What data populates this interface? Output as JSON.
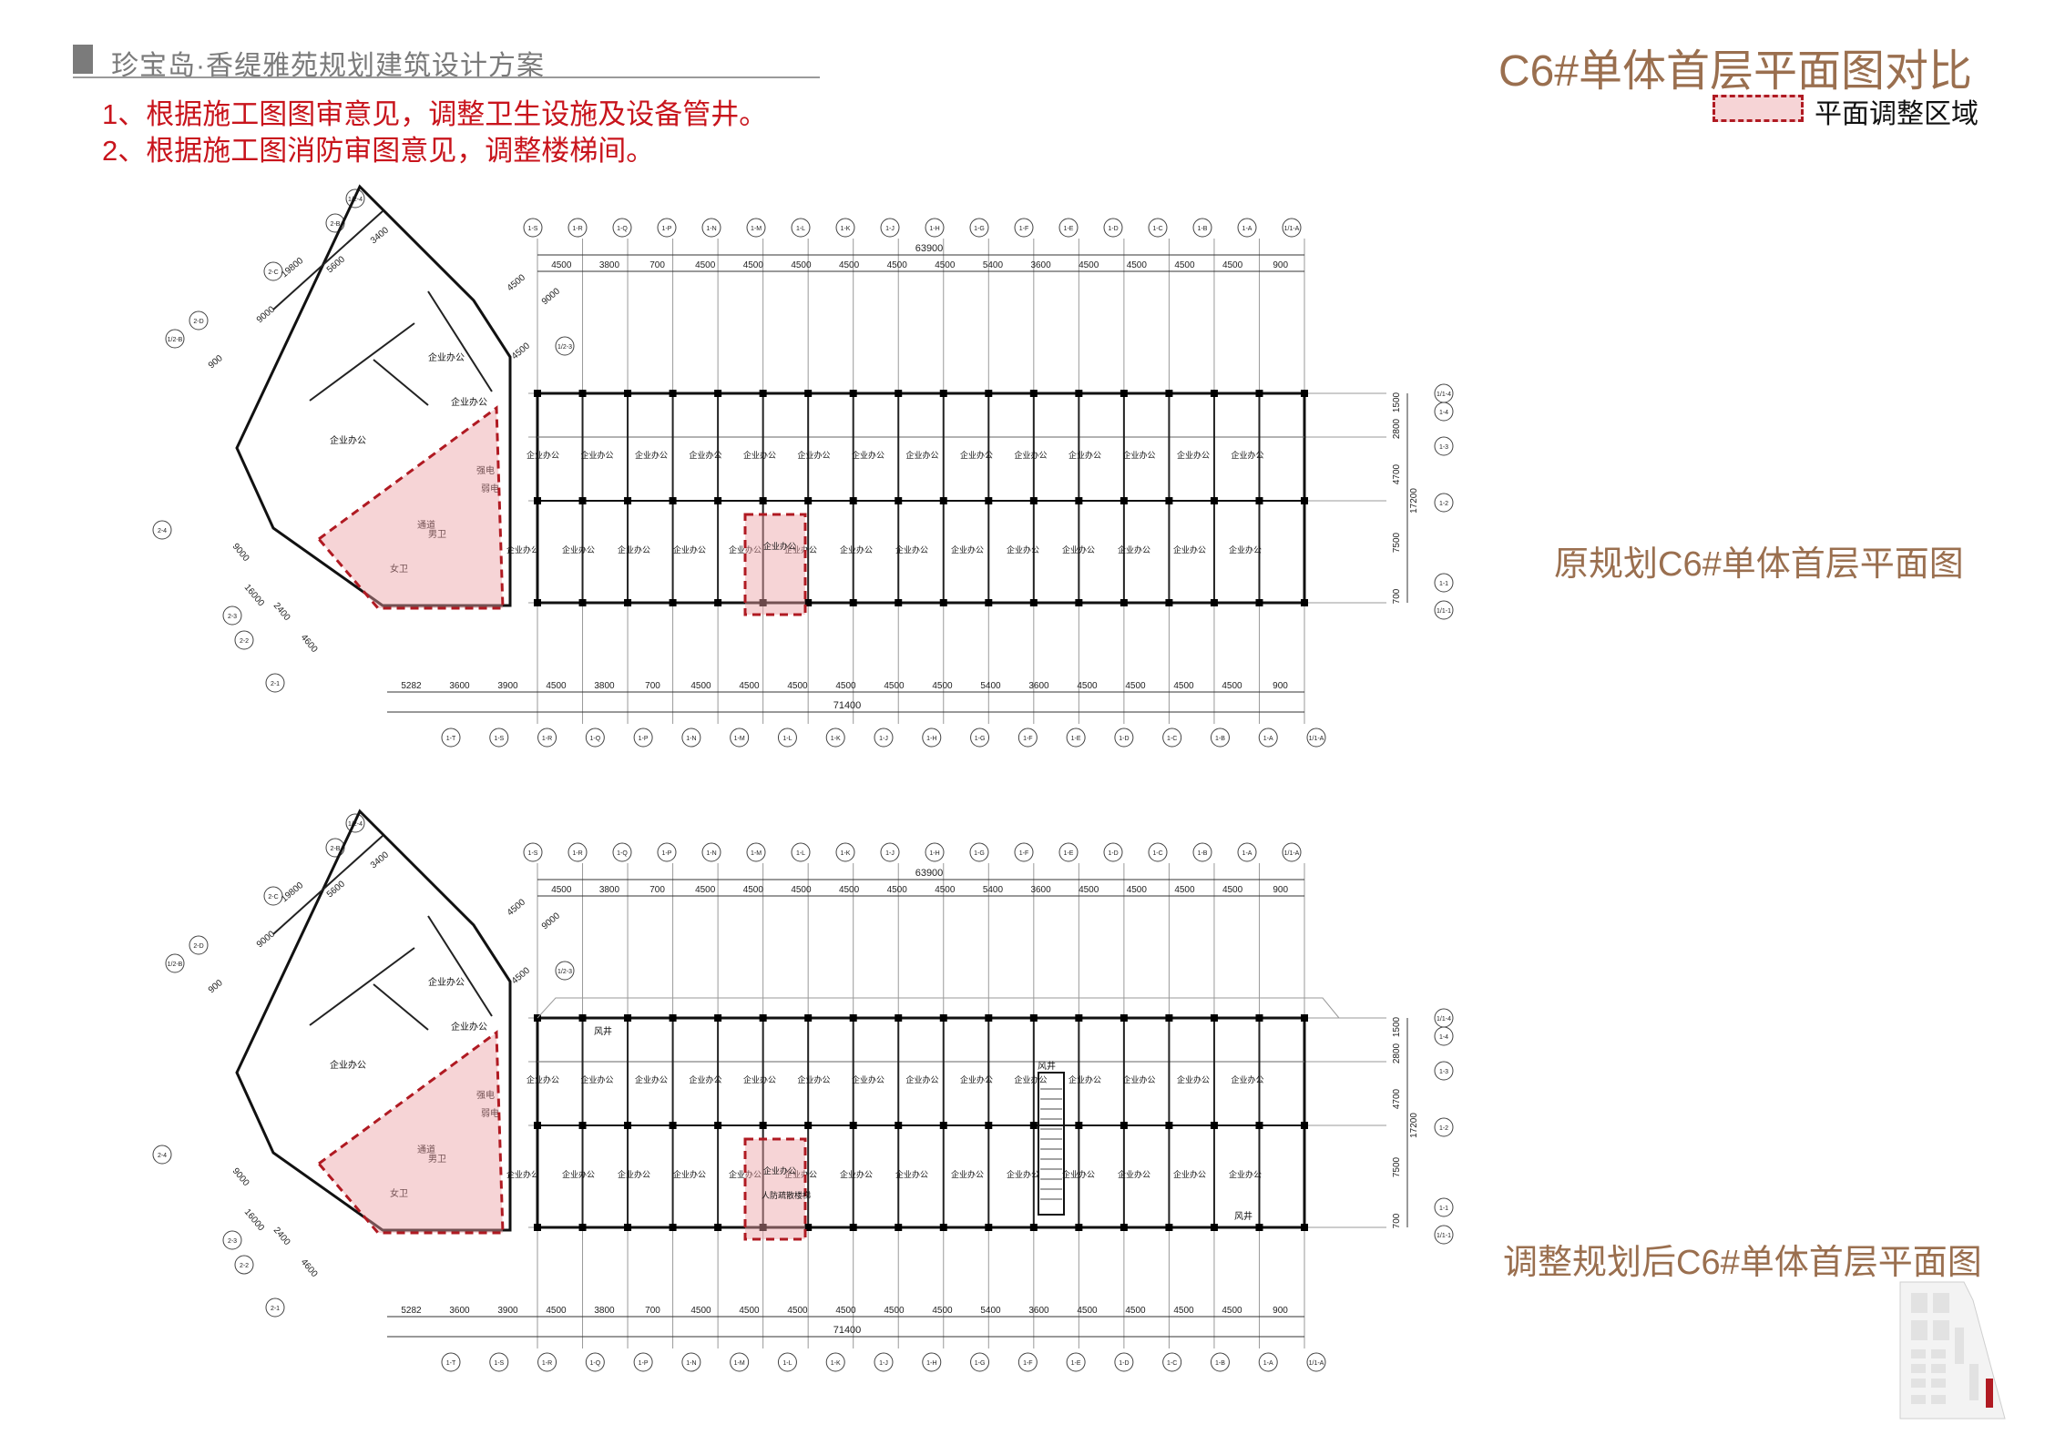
{
  "header": {
    "project_title": "珍宝岛·香缇雅苑规划建筑设计方案"
  },
  "page_title": "C6#单体首层平面图对比",
  "legend": {
    "label": "平面调整区域",
    "color": "#b01a22"
  },
  "notes": [
    "1、根据施工图图审意见，调整卫生设施及设备管井。",
    "2、根据施工图消防审图意见，调整楼梯间。"
  ],
  "plans": [
    {
      "caption": "原规划C6#单体首层平面图",
      "variant": "original"
    },
    {
      "caption": "调整规划后C6#单体首层平面图",
      "variant": "adjusted"
    }
  ],
  "drawing": {
    "top_axes": [
      "1-S",
      "1-R",
      "1-Q",
      "1-P",
      "1-N",
      "1-M",
      "1-L",
      "1-K",
      "1-J",
      "1-H",
      "1-G",
      "1-F",
      "1-E",
      "1-D",
      "1-C",
      "1-B",
      "1-A",
      "1/1-A"
    ],
    "bottom_axes": [
      "1-T",
      "1-S",
      "1-R",
      "1-Q",
      "1-P",
      "1-N",
      "1-M",
      "1-L",
      "1-K",
      "1-J",
      "1-H",
      "1-G",
      "1-F",
      "1-E",
      "1-D",
      "1-C",
      "1-B",
      "1-A",
      "1/1-A"
    ],
    "right_axes": [
      "1/1-4",
      "1-4",
      "1-3",
      "1-2",
      "1-1",
      "1/1-1"
    ],
    "left_axes": [
      "2-B",
      "2-C",
      "2-D",
      "1/2-B",
      "2-4",
      "2-3",
      "2-2",
      "2-1",
      "1/2-4",
      "1/2-3"
    ],
    "top_dims": [
      "4500",
      "3800",
      "700",
      "4500",
      "4500",
      "4500",
      "4500",
      "4500",
      "4500",
      "5400",
      "3600",
      "4500",
      "4500",
      "4500",
      "4500",
      "900"
    ],
    "top_total": "63900",
    "bottom_dims": [
      "5282",
      "3600",
      "3900",
      "4500",
      "3800",
      "700",
      "4500",
      "4500",
      "4500",
      "4500",
      "4500",
      "4500",
      "5400",
      "3600",
      "4500",
      "4500",
      "4500",
      "4500",
      "900"
    ],
    "bottom_total": "71400",
    "right_dims": [
      "1500",
      "2800",
      "4700",
      "7500",
      "700"
    ],
    "right_total": "17200",
    "wing_dims": [
      "19800",
      "5600",
      "3400",
      "9000",
      "900",
      "4500",
      "9000",
      "4500"
    ],
    "wing_dims_lower": [
      "9000",
      "16000",
      "2400",
      "4600"
    ],
    "room_office": "企业办公",
    "room_corridor": "通道",
    "room_men": "男卫",
    "room_women": "女卫",
    "room_power": "强电",
    "room_weak": "弱电",
    "room_shelter_stair": "人防疏散楼梯",
    "room_shaft": "风井"
  }
}
